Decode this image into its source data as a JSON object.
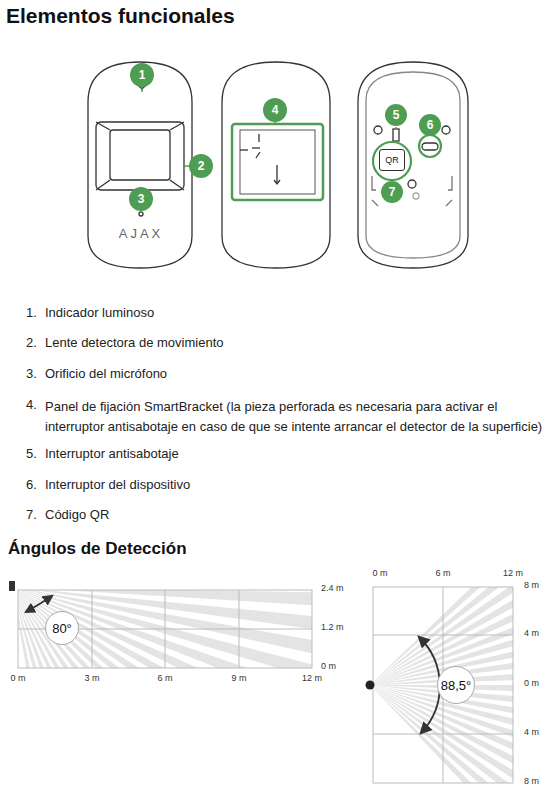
{
  "diagram": {
    "title": "Elementos funcionales",
    "nodes": [
      {
        "text": [
          "1"
        ]
      },
      {
        "text": [
          "2"
        ]
      },
      {
        "text": [
          "3"
        ]
      },
      {
        "text": [
          "4"
        ]
      },
      {
        "text": [
          "5"
        ]
      },
      {
        "text": [
          "6"
        ]
      },
      {
        "text": [
          "QR"
        ]
      },
      {
        "text": [
          "7"
        ]
      },
      {
        "text": [
          "80°"
        ]
      },
      {
        "text": [
          "88,5°"
        ]
      }
    ],
    "labels": [
      "AJAX",
      "1.",
      "Indicador luminoso",
      "2.",
      "Lente detectora de movimiento",
      "3.",
      "Orificio del micrófono",
      "4.",
      "Panel de fijación SmartBracket (la pieza perforada es necesaria para activar el interruptor antisabotaje en caso de que se intente arrancar el detector de la superficie)",
      "5.",
      "Interruptor antisabotaje",
      "6.",
      "Interruptor del dispositivo",
      "7.",
      "Código QR",
      "Ángulos de Detección",
      "2.4 m",
      "1.2 m",
      "0 m",
      "0 m",
      "3 m",
      "6 m",
      "9 m",
      "12 m",
      "0 m",
      "6 m",
      "12 m",
      "8 m",
      "4 m",
      "0 m",
      "4 m",
      "8 m"
    ]
  }
}
